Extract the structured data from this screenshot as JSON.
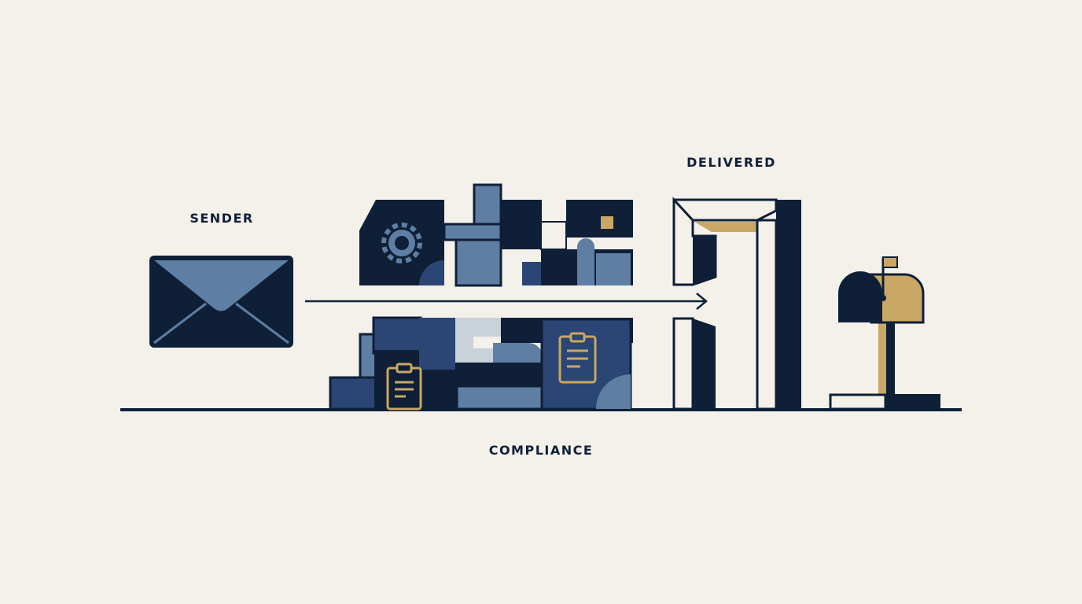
{
  "labels": {
    "sender": "SENDER",
    "delivered": "DELIVERED",
    "compliance": "COMPLIANCE"
  },
  "palette": {
    "background": "#f3f1ea",
    "navy": "#0f1f38",
    "royal": "#2b4574",
    "slate": "#5f7ea3",
    "pale": "#c9d1d9",
    "gold": "#c9a764"
  },
  "icons": [
    "envelope-icon",
    "gear-icon",
    "clipboard-icon",
    "mailbox-icon",
    "arrow-icon"
  ]
}
